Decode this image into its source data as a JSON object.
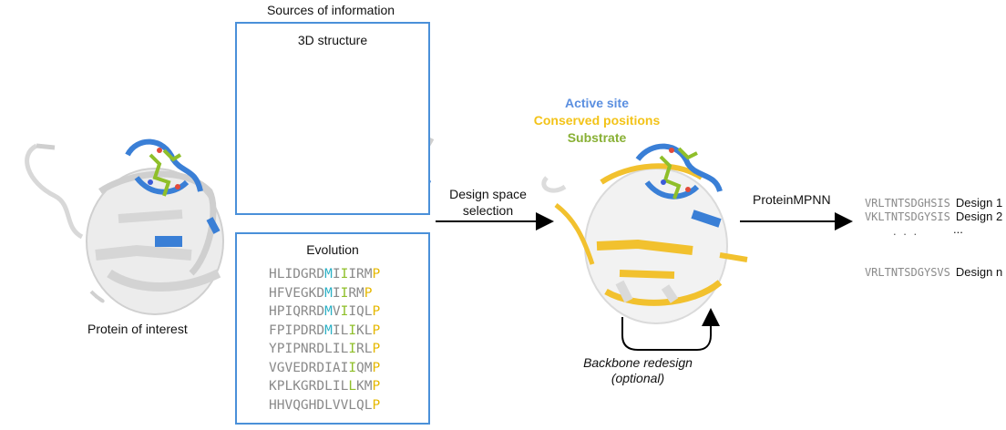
{
  "sources_title": "Sources of information",
  "structure_label": "3D structure",
  "evolution_label": "Evolution",
  "alignment": [
    {
      "parts": [
        {
          "t": "HLIDGRD",
          "c": ""
        },
        {
          "t": "M",
          "c": "teal"
        },
        {
          "t": "I",
          "c": ""
        },
        {
          "t": "I",
          "c": "green"
        },
        {
          "t": "IRM",
          "c": ""
        },
        {
          "t": "P",
          "c": "gold"
        }
      ]
    },
    {
      "parts": [
        {
          "t": "HFVEGKD",
          "c": ""
        },
        {
          "t": "M",
          "c": "teal"
        },
        {
          "t": "I",
          "c": ""
        },
        {
          "t": "I",
          "c": "green"
        },
        {
          "t": "RM",
          "c": ""
        },
        {
          "t": "P",
          "c": "gold"
        }
      ]
    },
    {
      "parts": [
        {
          "t": "HPIQRRD",
          "c": ""
        },
        {
          "t": "M",
          "c": "teal"
        },
        {
          "t": "V",
          "c": ""
        },
        {
          "t": "I",
          "c": "green"
        },
        {
          "t": "IQL",
          "c": ""
        },
        {
          "t": "P",
          "c": "gold"
        }
      ]
    },
    {
      "parts": [
        {
          "t": "FPIPDRD",
          "c": ""
        },
        {
          "t": "M",
          "c": "teal"
        },
        {
          "t": "IL",
          "c": ""
        },
        {
          "t": "I",
          "c": "green"
        },
        {
          "t": "KL",
          "c": ""
        },
        {
          "t": "P",
          "c": "gold"
        }
      ]
    },
    {
      "parts": [
        {
          "t": "YPIPNRDLIL",
          "c": ""
        },
        {
          "t": "I",
          "c": "green"
        },
        {
          "t": "RL",
          "c": ""
        },
        {
          "t": "P",
          "c": "gold"
        }
      ]
    },
    {
      "parts": [
        {
          "t": "VGVEDRDIAI",
          "c": ""
        },
        {
          "t": "I",
          "c": "green"
        },
        {
          "t": "QM",
          "c": ""
        },
        {
          "t": "P",
          "c": "gold"
        }
      ]
    },
    {
      "parts": [
        {
          "t": "KPLKGRDLIL",
          "c": ""
        },
        {
          "t": "L",
          "c": "green"
        },
        {
          "t": "KM",
          "c": ""
        },
        {
          "t": "P",
          "c": "gold"
        }
      ]
    },
    {
      "parts": [
        {
          "t": "HHVQGHDLVVLQL",
          "c": ""
        },
        {
          "t": "P",
          "c": "gold"
        }
      ]
    }
  ],
  "protein_label": "Protein of interest",
  "design_space_label_1": "Design space",
  "design_space_label_2": "selection",
  "legend": {
    "active_site": "Active site",
    "conserved": "Conserved positions",
    "substrate": "Substrate"
  },
  "backbone_label_1": "Backbone redesign",
  "backbone_label_2": "(optional)",
  "method_label": "ProteinMPNN",
  "designs": [
    {
      "seq": "VRLTNTSDGHSIS",
      "name": "Design 1"
    },
    {
      "seq": "VKLTNTSDGYSIS",
      "name": "Design 2"
    },
    {
      "seq": "VRLTNTSDGYSVS",
      "name": "Design n"
    }
  ],
  "ellipsis_seq": ". . .",
  "ellipsis_name": "...",
  "colors": {
    "box_border": "#4a90d9",
    "active": "#3a7fd6",
    "conserved": "#f2c12e",
    "substrate": "#8fbf2a",
    "protein": "#dcdcdc"
  }
}
